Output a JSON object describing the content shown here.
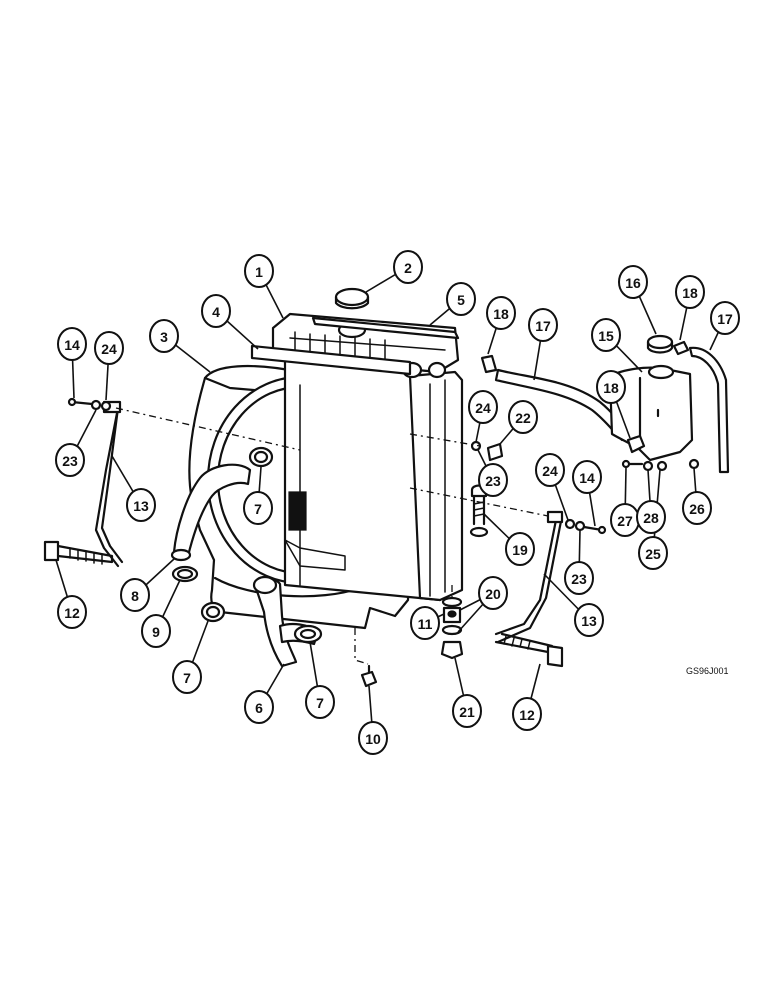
{
  "drawing": {
    "code": "GS96J001",
    "callouts": [
      "1",
      "2",
      "3",
      "4",
      "5",
      "6",
      "7",
      "7",
      "7",
      "8",
      "9",
      "10",
      "11",
      "12",
      "12",
      "13",
      "13",
      "14",
      "14",
      "15",
      "16",
      "17",
      "17",
      "18",
      "18",
      "18",
      "19",
      "20",
      "21",
      "22",
      "23",
      "23",
      "23",
      "24",
      "24",
      "24",
      "25",
      "26",
      "27",
      "28"
    ]
  }
}
